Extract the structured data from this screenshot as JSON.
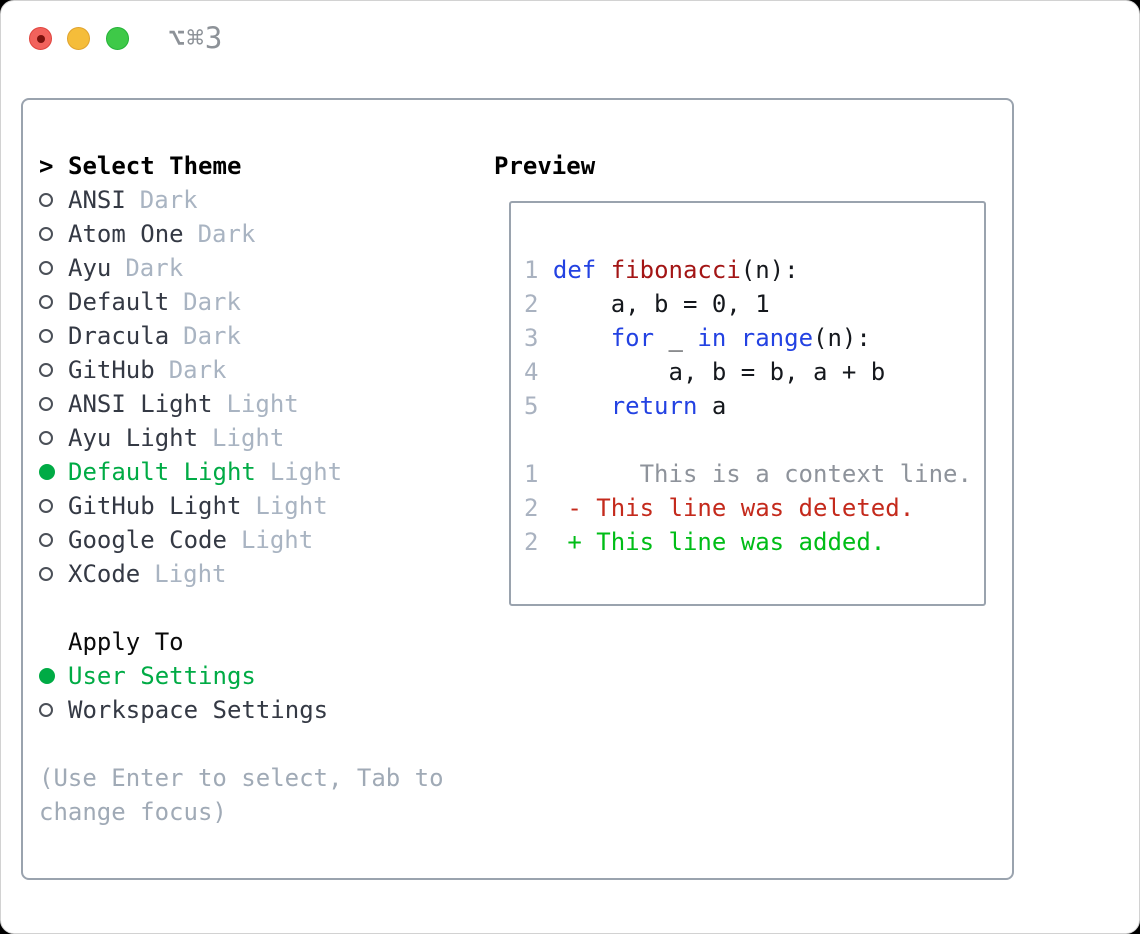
{
  "window": {
    "title": "⌥⌘3",
    "traffic_lights": [
      {
        "name": "close",
        "color": "#f2625c"
      },
      {
        "name": "minimize",
        "color": "#f5bd3a"
      },
      {
        "name": "zoom",
        "color": "#3ec948"
      }
    ]
  },
  "theme_panel": {
    "header": {
      "prefix": ">",
      "label": "Select Theme"
    },
    "items": [
      {
        "name": "ANSI",
        "tag": "Dark",
        "selected": false
      },
      {
        "name": "Atom One",
        "tag": "Dark",
        "selected": false
      },
      {
        "name": "Ayu",
        "tag": "Dark",
        "selected": false
      },
      {
        "name": "Default",
        "tag": "Dark",
        "selected": false
      },
      {
        "name": "Dracula",
        "tag": "Dark",
        "selected": false
      },
      {
        "name": "GitHub",
        "tag": "Dark",
        "selected": false
      },
      {
        "name": "ANSI Light",
        "tag": "Light",
        "selected": false
      },
      {
        "name": "Ayu Light",
        "tag": "Light",
        "selected": false
      },
      {
        "name": "Default Light",
        "tag": "Light",
        "selected": true
      },
      {
        "name": "GitHub Light",
        "tag": "Light",
        "selected": false
      },
      {
        "name": "Google Code",
        "tag": "Light",
        "selected": false
      },
      {
        "name": "XCode",
        "tag": "Light",
        "selected": false
      }
    ],
    "apply_to": {
      "label": "Apply To",
      "options": [
        {
          "name": "User Settings",
          "selected": true
        },
        {
          "name": "Workspace Settings",
          "selected": false
        }
      ]
    },
    "hint": "(Use Enter to select, Tab to change focus)"
  },
  "preview": {
    "title": "Preview",
    "lines": [
      {
        "num": "1",
        "segs": [
          {
            "t": "def",
            "k": "kw"
          },
          {
            "t": " ",
            "k": "pl"
          },
          {
            "t": "fibonacci",
            "k": "fn"
          },
          {
            "t": "(n):",
            "k": "pl"
          }
        ]
      },
      {
        "num": "2",
        "segs": [
          {
            "t": "    a, b = 0, 1",
            "k": "pl"
          }
        ]
      },
      {
        "num": "3",
        "segs": [
          {
            "t": "    ",
            "k": "pl"
          },
          {
            "t": "for",
            "k": "kw"
          },
          {
            "t": " _ ",
            "k": "pl"
          },
          {
            "t": "in",
            "k": "kw"
          },
          {
            "t": " ",
            "k": "pl"
          },
          {
            "t": "range",
            "k": "kw"
          },
          {
            "t": "(n):",
            "k": "pl"
          }
        ]
      },
      {
        "num": "4",
        "segs": [
          {
            "t": "        a, b = b, a + b",
            "k": "pl"
          }
        ]
      },
      {
        "num": "5",
        "segs": [
          {
            "t": "    ",
            "k": "pl"
          },
          {
            "t": "return",
            "k": "kw"
          },
          {
            "t": " a",
            "k": "pl"
          }
        ]
      },
      {
        "num": "",
        "segs": []
      },
      {
        "num": "1",
        "segs": [
          {
            "t": "      This is a context line.",
            "k": "ctx"
          }
        ]
      },
      {
        "num": "2",
        "segs": [
          {
            "t": " - This line was deleted.",
            "k": "del"
          }
        ]
      },
      {
        "num": "2",
        "segs": [
          {
            "t": " + This line was added.",
            "k": "add"
          }
        ]
      }
    ]
  },
  "colors": {
    "selection_green": "#00ab45",
    "diff_added_green": "#00bd17",
    "diff_deleted_red": "#c42a1c",
    "keyword_blue": "#2342e2",
    "function_red": "#a31515",
    "muted_gray": "#a9b4c2",
    "context_gray": "#8e939b",
    "border_gray": "#9aa3ae",
    "traffic_red": "#f2625c",
    "traffic_yellow": "#f5bd3a",
    "traffic_green": "#3ec948"
  }
}
